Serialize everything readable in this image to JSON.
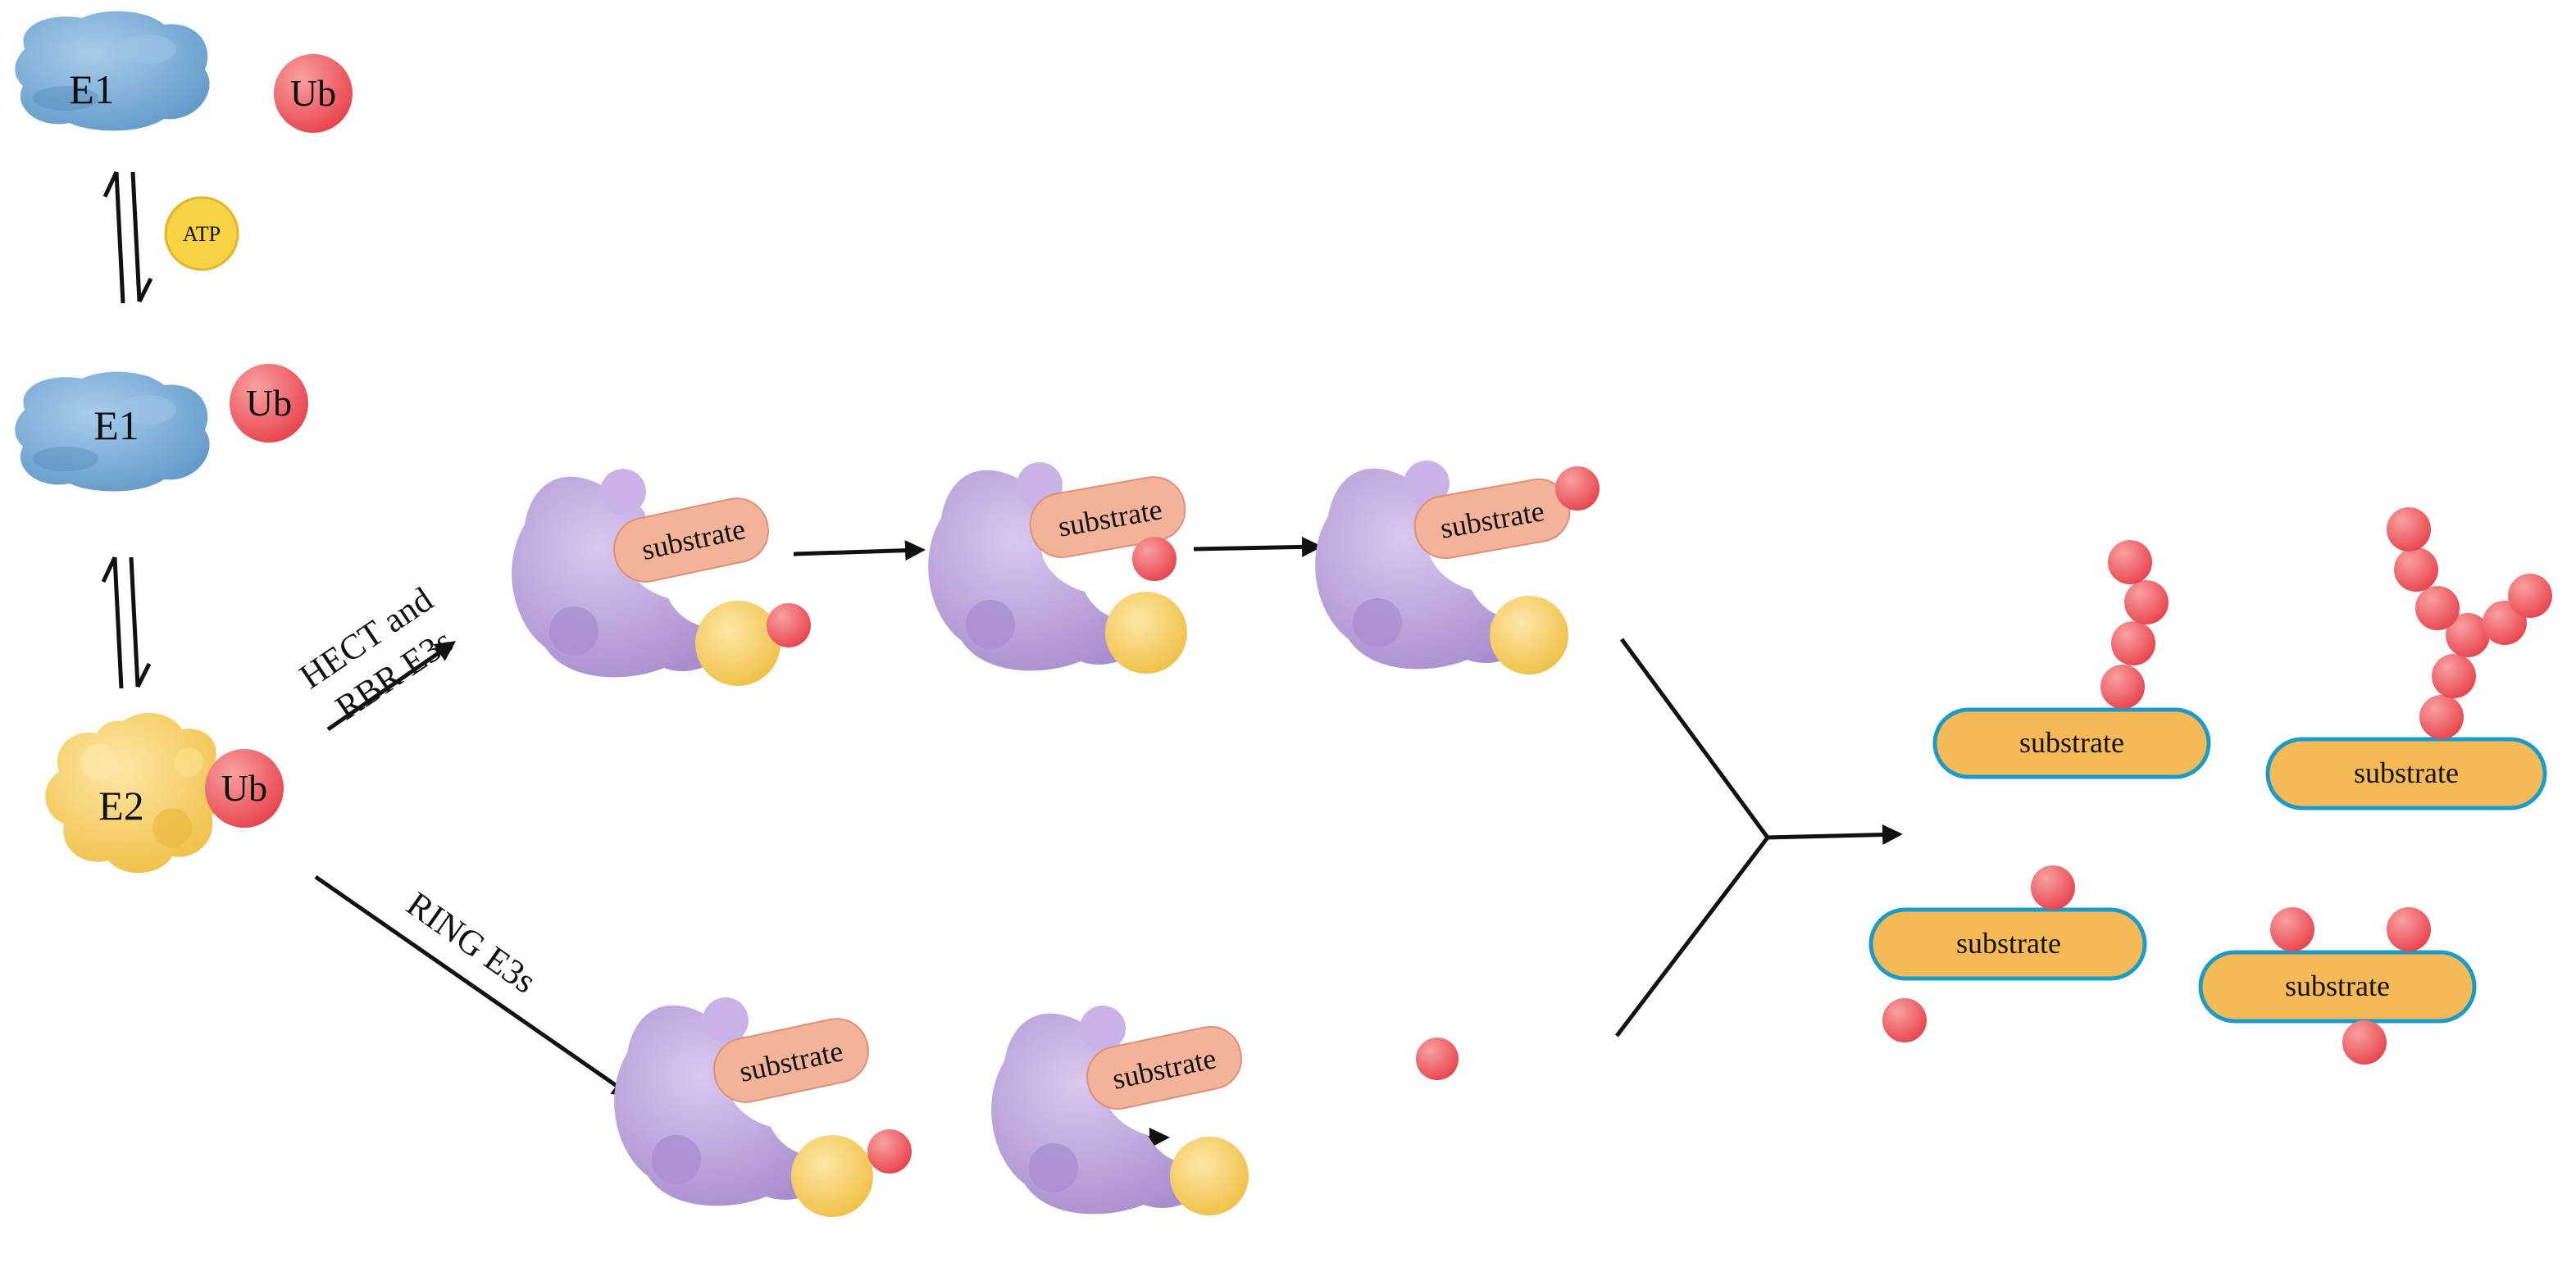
{
  "labels": {
    "e1": "E1",
    "e2": "E2",
    "ub": "Ub",
    "atp": "ATP",
    "substrate": "substrate",
    "route_hect_line1": "HECT and",
    "route_hect_line2": "RBR E3s",
    "route_ring": "RING E3s"
  },
  "colors": {
    "e1": "#6fa8d6",
    "e2": "#f6cc5c",
    "ubiquitin": "#ee4f55",
    "atp": "#f5d343",
    "e3_ligase": "#bca4dc",
    "substrate_peptide": "#f3b398",
    "substrate_bar_fill": "#f5b956",
    "substrate_bar_border": "#1b9bc7"
  }
}
